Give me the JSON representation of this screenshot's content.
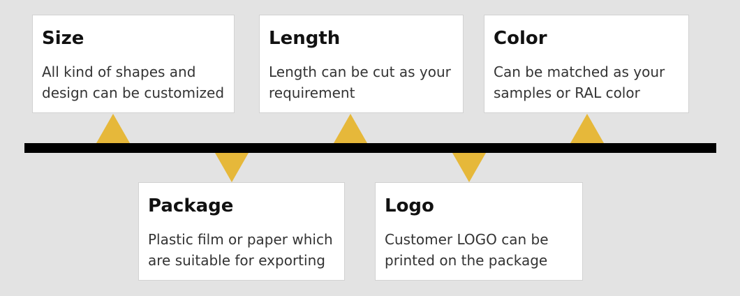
{
  "colors": {
    "background": "#e3e3e3",
    "card": "#ffffff",
    "timeline": "#000000",
    "marker": "#e6b83a"
  },
  "cards": {
    "size": {
      "title": "Size",
      "lines": [
        "All kind of shapes and",
        "design can be customized"
      ]
    },
    "length": {
      "title": "Length",
      "lines": [
        "Length can be cut as your",
        "requirement"
      ]
    },
    "color": {
      "title": "Color",
      "lines": [
        "Can be matched as your",
        "samples or RAL color"
      ]
    },
    "package": {
      "title": "Package",
      "lines": [
        "Plastic film or paper which",
        "are suitable for exporting"
      ]
    },
    "logo": {
      "title": "Logo",
      "lines": [
        "Customer LOGO can be",
        "printed on the package"
      ]
    }
  }
}
